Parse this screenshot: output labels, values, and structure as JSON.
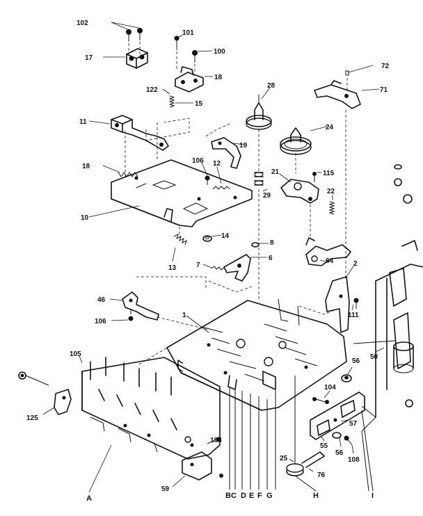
{
  "callouts": {
    "c102": "102",
    "c101": "101",
    "c100": "100",
    "c17": "17",
    "c18a": "18",
    "c122": "122",
    "c15": "15",
    "c28": "28",
    "c72": "72",
    "c71": "71",
    "c11": "11",
    "c24": "24",
    "c19": "19",
    "c106a": "106",
    "c12": "12",
    "c18b": "18",
    "c21": "21",
    "c115": "115",
    "c29": "29",
    "c22": "22",
    "c10": "10",
    "c14": "14",
    "c8": "8",
    "c13": "13",
    "c7": "7",
    "c6": "6",
    "c64": "64",
    "c2": "2",
    "c46": "46",
    "c111": "111",
    "c106b": "106",
    "c1": "1",
    "c105": "105",
    "c50": "50",
    "c56a": "56",
    "c104": "104",
    "c125": "125",
    "c57": "57",
    "c108a": "108",
    "c55": "55",
    "c56b": "56",
    "c108b": "108",
    "c25": "25",
    "c76": "76",
    "c59": "59"
  },
  "letters": {
    "A": "A",
    "BC": "BC",
    "D": "D",
    "E": "E",
    "F": "F",
    "G": "G",
    "H": "H",
    "I": "I"
  }
}
